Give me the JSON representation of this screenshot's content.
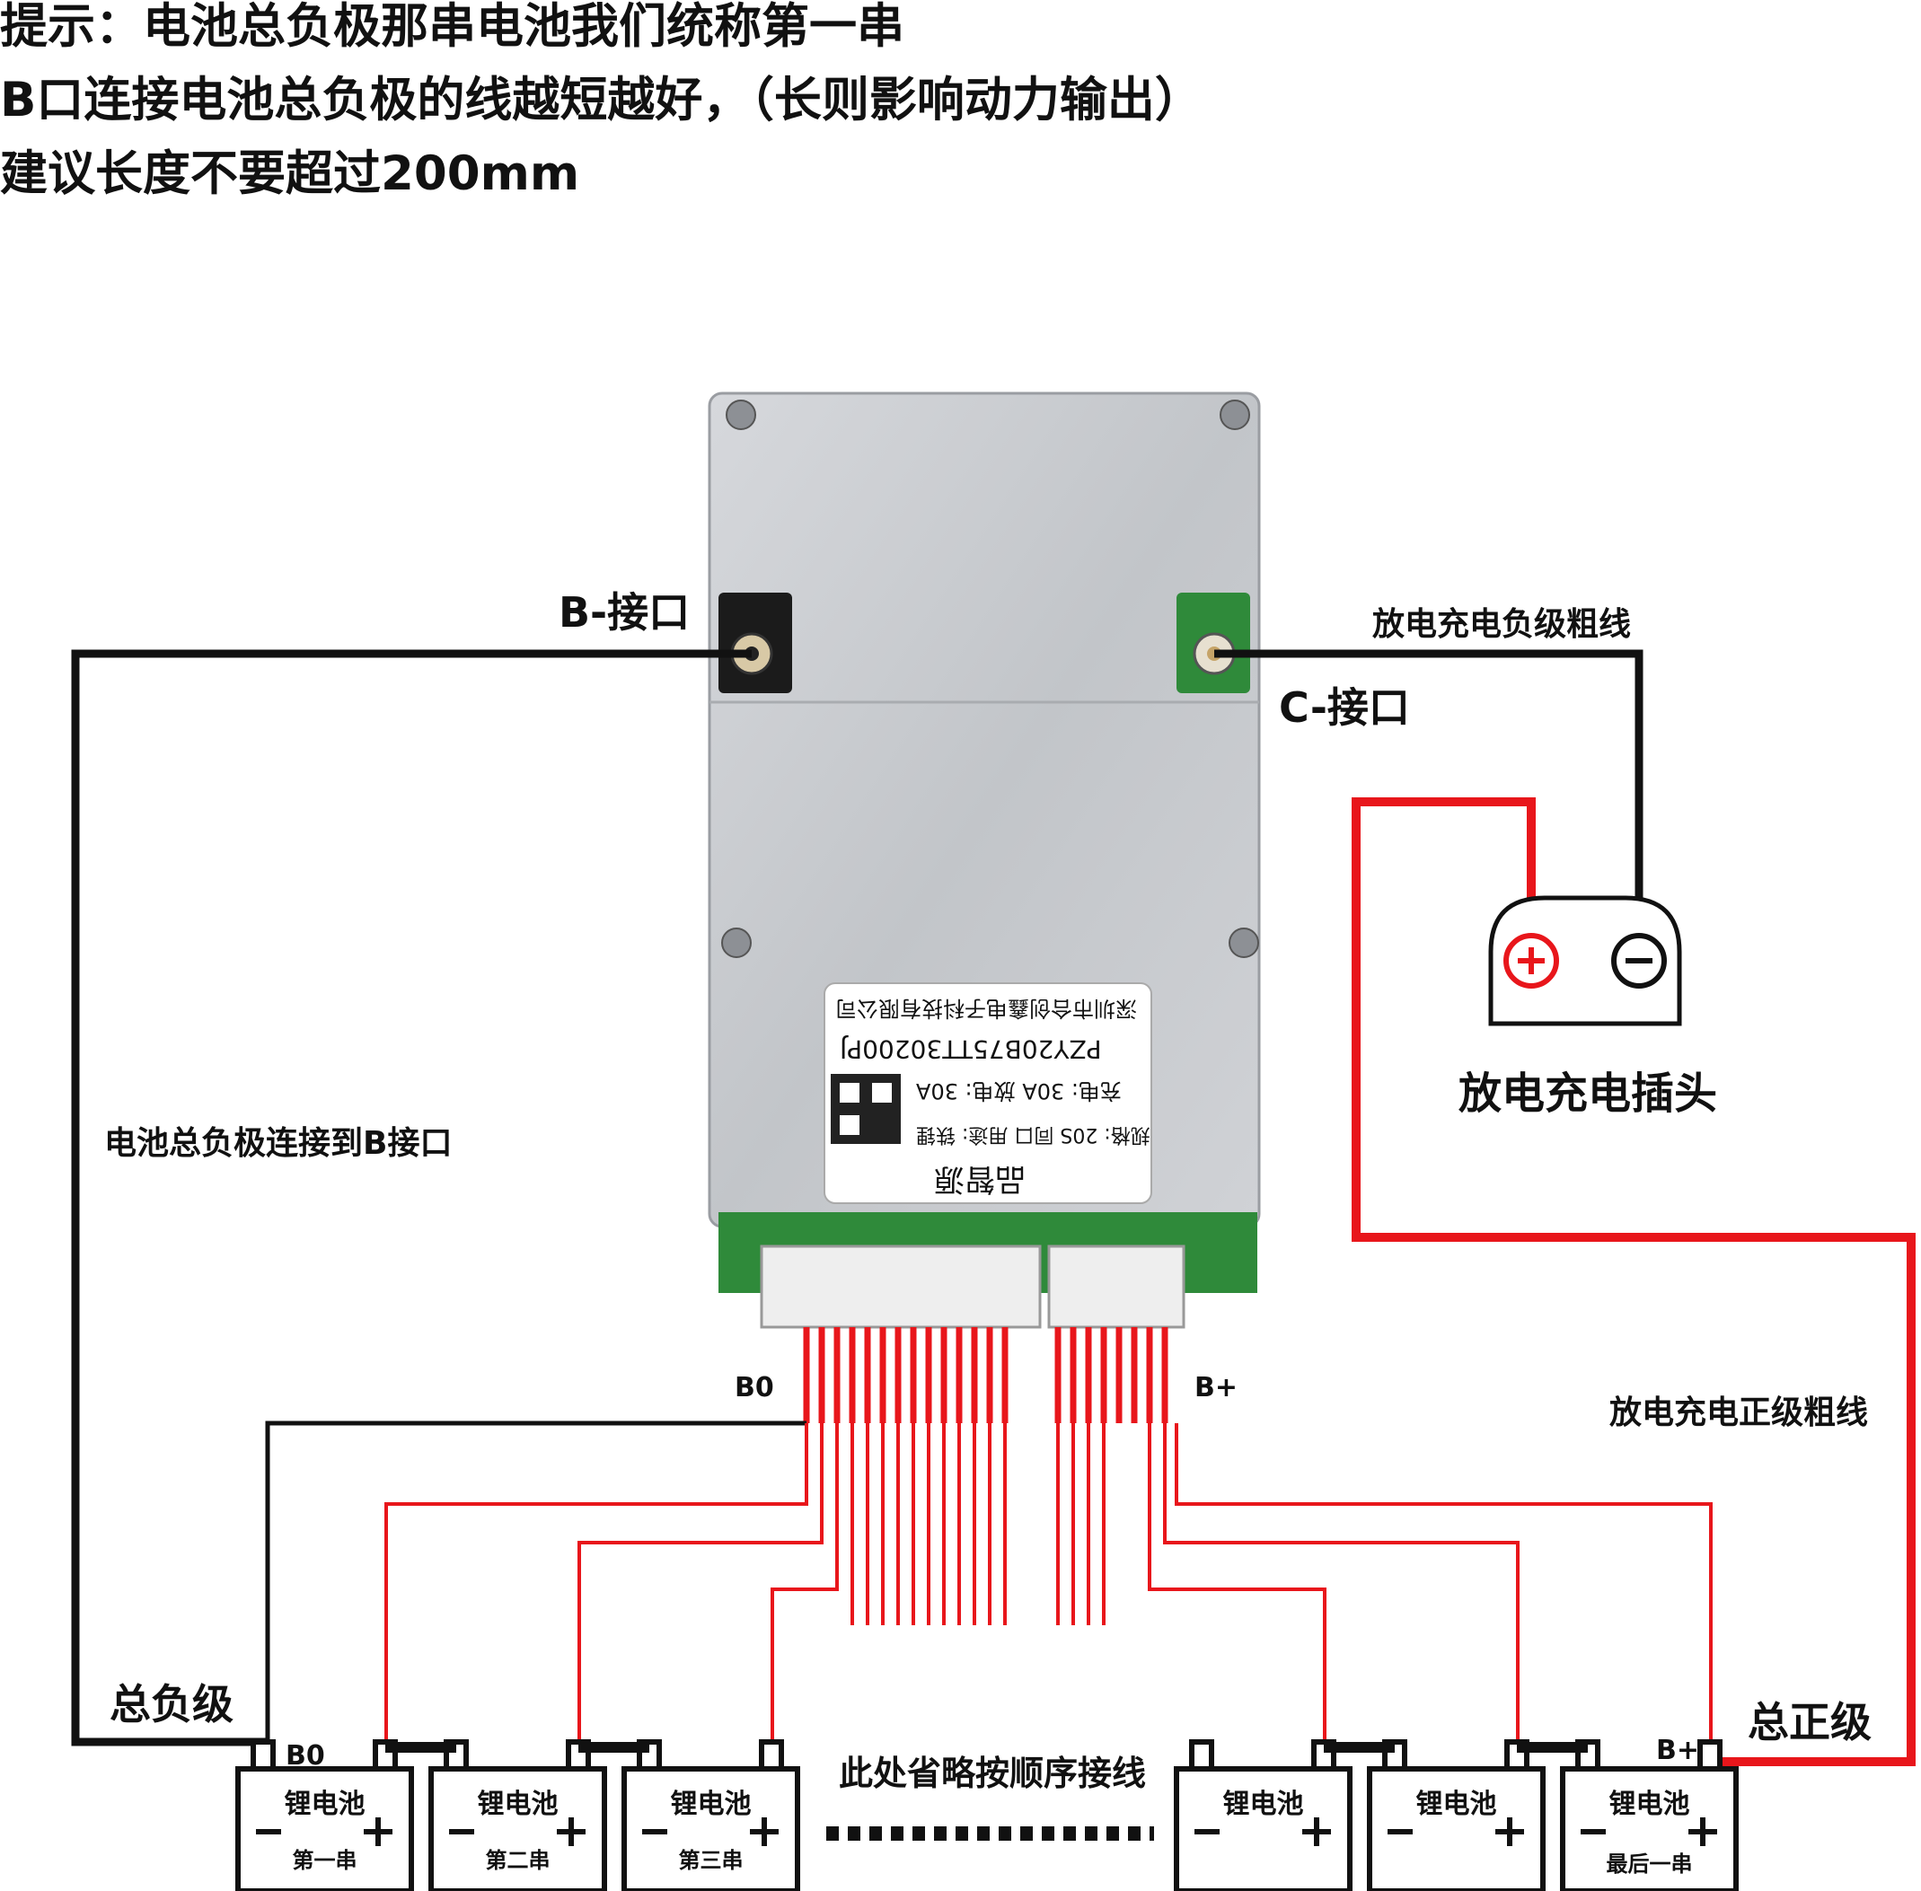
{
  "hints": [
    "提示：电池总负极那串电池我们统称第一串",
    "B口连接电池总负极的线越短越好，（长则影响动力输出）",
    "建议长度不要超过200mm"
  ],
  "labels": {
    "b_port": "B-接口",
    "c_port": "C-接口",
    "discharge_negative_wire": "放电充电负级粗线",
    "discharge_positive_wire": "放电充电正级粗线",
    "plug": "放电充电插头",
    "neg_to_b": "电池总负极连接到B接口",
    "total_negative": "总负级",
    "total_positive": "总正级",
    "b0_connector": "B0",
    "bplus_connector": "B+",
    "omitted": "此处省略按顺序接线",
    "b0_terminal": "B0",
    "bplus_terminal": "B+"
  },
  "board_label": {
    "company": "深圳市合创鑫电子科技有限公司",
    "model_code": "PZY20B75TT30200PJ",
    "charge_discharge": "充电: 30A  放电: 30A",
    "spec": "规格: 20S  同口  用途: 铁锂",
    "brand": "品智源"
  },
  "battery_word": "锂电池",
  "batteries": [
    {
      "name": "第一串"
    },
    {
      "name": "第二串"
    },
    {
      "name": "第三串"
    },
    {
      "name": ""
    },
    {
      "name": ""
    },
    {
      "name": "最后一串"
    }
  ],
  "colors": {
    "wire_black": "#111111",
    "wire_red": "#e8161b",
    "board_metal": "#c9ccd0",
    "pcb_green": "#2f8a3a"
  }
}
